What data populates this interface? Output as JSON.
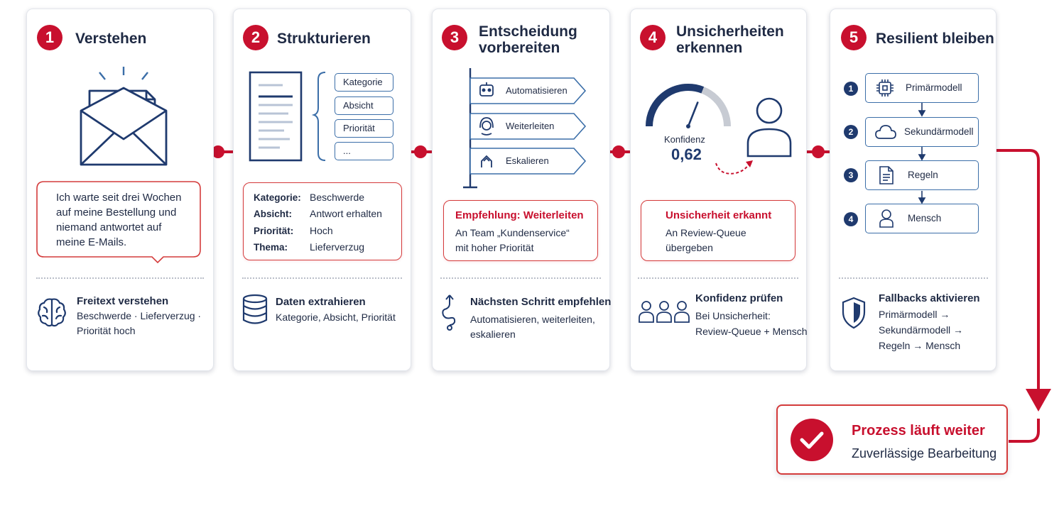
{
  "steps": [
    {
      "number": "1",
      "title": "Verstehen",
      "quote": [
        "Ich warte seit drei Wochen",
        "auf meine Bestellung und",
        "niemand antwortet auf",
        "meine E-Mails."
      ],
      "footer_title": "Freitext verstehen",
      "footer_lines": [
        "Beschwerde · Lieferverzug ·",
        "Priorität hoch"
      ]
    },
    {
      "number": "2",
      "title": "Strukturieren",
      "chips": [
        "Kategorie",
        "Absicht",
        "Priorität",
        "..."
      ],
      "fields": [
        {
          "label": "Kategorie:",
          "value": "Beschwerde"
        },
        {
          "label": "Absicht:",
          "value": "Antwort erhalten"
        },
        {
          "label": "Priorität:",
          "value": "Hoch"
        },
        {
          "label": "Thema:",
          "value": "Lieferverzug"
        }
      ],
      "footer_title": "Daten extrahieren",
      "footer_lines": [
        "Kategorie, Absicht, Priorität"
      ]
    },
    {
      "number": "3",
      "title_lines": [
        "Entscheidung",
        "vorbereiten"
      ],
      "signs": [
        "Automatisieren",
        "Weiterleiten",
        "Eskalieren"
      ],
      "box_title": "Empfehlung: Weiterleiten",
      "box_lines": [
        "An Team „Kundenservice“",
        "mit hoher Priorität"
      ],
      "footer_title": "Nächsten Schritt empfehlen",
      "footer_lines": [
        "Automatisieren, weiterleiten,",
        "eskalieren"
      ]
    },
    {
      "number": "4",
      "title_lines": [
        "Unsicherheiten",
        "erkennen"
      ],
      "gauge_label": "Konfidenz",
      "gauge_value": "0,62",
      "gauge_fraction": 0.62,
      "box_title": "Unsicherheit erkannt",
      "box_lines": [
        "An Review-Queue",
        "übergeben"
      ],
      "footer_title": "Konfidenz prüfen",
      "footer_lines": [
        "Bei Unsicherheit:",
        "Review-Queue + Mensch"
      ]
    },
    {
      "number": "5",
      "title": "Resilient bleiben",
      "fallbacks": [
        {
          "n": "1",
          "label": "Primärmodell",
          "icon": "chip-icon"
        },
        {
          "n": "2",
          "label": "Sekundärmodell",
          "icon": "cloud-icon"
        },
        {
          "n": "3",
          "label": "Regeln",
          "icon": "document-icon"
        },
        {
          "n": "4",
          "label": "Mensch",
          "icon": "person-icon"
        }
      ],
      "footer_title": "Fallbacks aktivieren",
      "footer_lines": [
        "Primärmodell →",
        "Sekundärmodell →",
        "Regeln → Mensch"
      ]
    }
  ],
  "result": {
    "title": "Prozess läuft weiter",
    "subtitle": "Zuverlässige Bearbeitung"
  },
  "colors": {
    "accent": "#c8102e",
    "navy": "#1f3a6e",
    "border_blue": "#3b6ea8"
  }
}
